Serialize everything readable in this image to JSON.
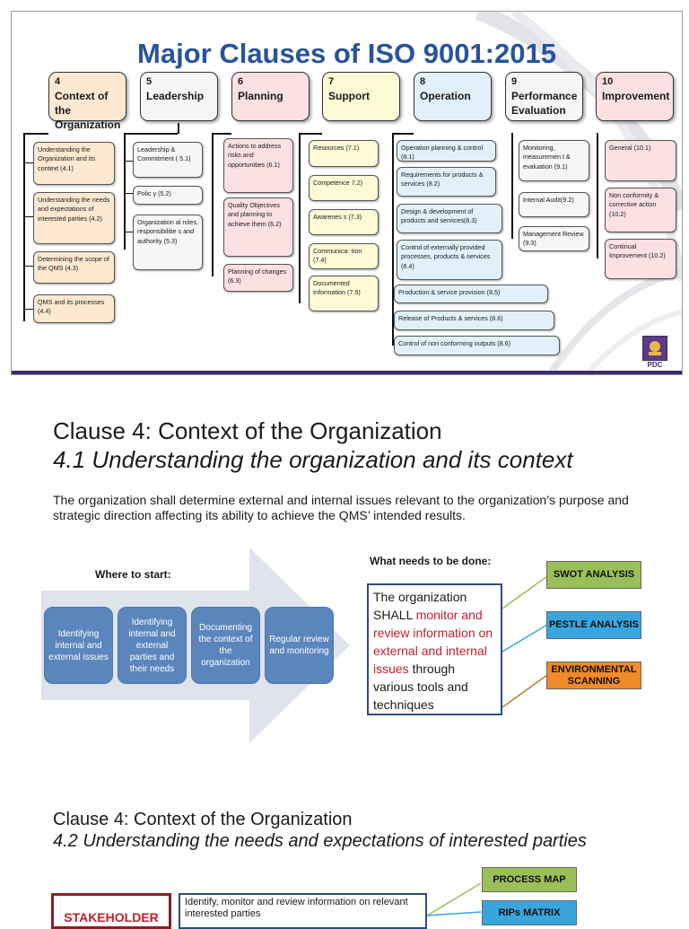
{
  "slide1": {
    "title": "Major Clauses of ISO 9001:2015",
    "columns": [
      {
        "num": "4",
        "label": "Context of the Organization",
        "items": [
          "Understanding the Organization and its context (4.1)",
          "Understanding the needs and expectations of interested parties (4.2)",
          "Determining the scope of the QMS (4.3)",
          "QMS and its processes (4.4)"
        ]
      },
      {
        "num": "5",
        "label": "Leadership",
        "items": [
          "Leadership & Commitment ( 5.1)",
          "Polic y (5.2)",
          "Organization al roles, responsibilitie s and authority (5.3)"
        ]
      },
      {
        "num": "6",
        "label": "Planning",
        "items": [
          "Actions to address risks and opportunities (6.1)",
          "Quality Objectives and planning to achieve them (6.2)",
          "Planning of changes (6.3)"
        ]
      },
      {
        "num": "7",
        "label": "Support",
        "items": [
          "Resources (7.1)",
          "Competence 7.2)",
          "Awarenes s (7.3)",
          "Communica- tion (7.4)",
          "Documented Information (7.5)"
        ]
      },
      {
        "num": "8",
        "label": "Operation",
        "items": [
          "Operation planning & control (8.1)",
          "Requirements for products & services (8.2)",
          "Design & development of products and services(8.3)",
          "Control of externally provided processes, products & services (8.4)",
          "Production & service provision (8.5)",
          "Release of Products & services (8.6)",
          "Control of non conforming outputs (8.6)"
        ]
      },
      {
        "num": "9",
        "label": "Performance Evaluation",
        "items": [
          "Monitoring, measuremen t & evaluation (9.1)",
          "Internal Audit(9.2)",
          "Management Review (9.3)"
        ]
      },
      {
        "num": "10",
        "label": "Improvement",
        "items": [
          "General (10.1)",
          "Non conformity & corrective action (10.2)",
          "Continual Improvement (10.2)"
        ]
      }
    ],
    "logo_text": "PDC",
    "colors": {
      "title": "#27549b",
      "orange": "#fde9d2",
      "white": "#f6f6f6",
      "pink": "#fde0e2",
      "yellow": "#fdfbd6",
      "blue": "#e1f1fb",
      "strip": "#3b2a6f"
    }
  },
  "section2": {
    "heading": "Clause 4: Context of the Organization",
    "subheading": "4.1 Understanding the organization and its context",
    "body": "The organization shall determine  external and internal issues  relevant to the organization’s purpose and strategic direction  affecting its ability to achieve the  QMS’ intended results.",
    "where_to_start": "Where to start:",
    "what_needs": "What needs to be done:",
    "steps": [
      "Identifying internal and external issues",
      "Identifying internal and external parties and their needs",
      "Documenting the context of the organization",
      "Regular review and monitoring"
    ],
    "shall_text": {
      "part1": "The organization SHALL ",
      "part2": "monitor and review information on external  and internal issues",
      "part3": " through various tools and techniques"
    },
    "tags": [
      "SWOT ANALYSIS",
      "PESTLE ANALYSIS",
      "ENVIRONMENTAL SCANNING"
    ],
    "colors": {
      "arrow": "#dfe3ec",
      "step": "#5b86bd",
      "swot": "#9bbf58",
      "pestle": "#39a5dd",
      "env": "#f08a2a",
      "shall_red": "#c0202a"
    }
  },
  "section3": {
    "heading": "Clause 4: Context of the Organization",
    "subheading": "4.2 Understanding the needs and expectations of interested parties",
    "stakeholder": "STAKEHOLDER",
    "identify_text": "Identify,  monitor and  review information on  relevant  interested  parties",
    "tags": [
      "PROCESS MAP",
      "RIPs MATRIX"
    ],
    "colors": {
      "process_map": "#9bbf58",
      "rips": "#39a5dd",
      "stakeholder": "#c0202a"
    }
  }
}
